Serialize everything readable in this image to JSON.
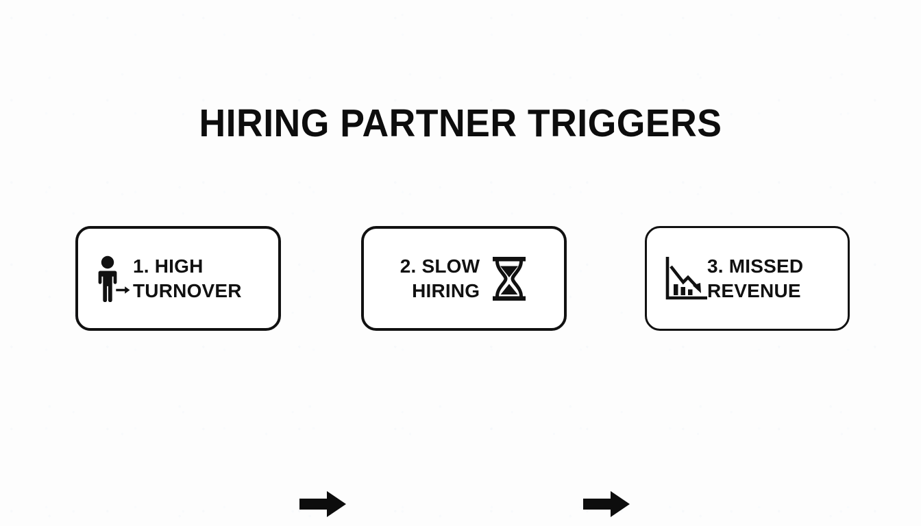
{
  "slide": {
    "title": "HIRING PARTNER TRIGGERS",
    "background_color": "#fdfdfd",
    "ink_color": "#111111"
  },
  "flow": {
    "steps": [
      {
        "number": "1.",
        "label": "1. HIGH\nTURNOVER",
        "line1": "1. HIGH",
        "line2": "TURNOVER",
        "icon": "person-leaving-icon",
        "icon_position": "left"
      },
      {
        "number": "2.",
        "label": "2. SLOW\nHIRING",
        "line1": "2. SLOW",
        "line2": "HIRING",
        "icon": "hourglass-icon",
        "icon_position": "right"
      },
      {
        "number": "3.",
        "label": "3. MISSED\nREVENUE",
        "line1": "3. MISSED",
        "line2": "REVENUE",
        "icon": "declining-chart-icon",
        "icon_position": "left"
      }
    ],
    "connectors": [
      {
        "name": "arrow-right-icon",
        "from": "step-1",
        "to": "step-2"
      },
      {
        "name": "arrow-right-icon",
        "from": "step-2",
        "to": "step-3"
      }
    ]
  }
}
